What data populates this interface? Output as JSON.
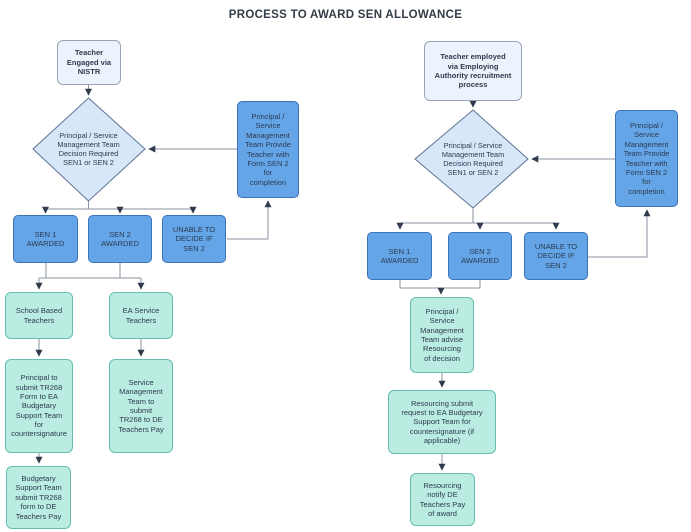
{
  "title": "PROCESS TO AWARD SEN ALLOWANCE",
  "colors": {
    "start_fill": "#edf3fd",
    "decision_fill": "#d8e6fa",
    "award_fill": "#64a5e8",
    "process_fill": "#baece2",
    "text": "#2c3b4f",
    "connector": "#8a93a0",
    "arrowhead": "#2f3b4c"
  },
  "left_flow": {
    "start": "Teacher\nEngaged via\nNISTR",
    "decision": "Principal / Service\nManagement Team\nDecision Required\nSEN1 or SEN 2",
    "sen1": "SEN 1\nAWARDED",
    "sen2": "SEN 2\nAWARDED",
    "unable": "UNABLE TO\nDECIDE IF\nSEN 2",
    "provide_form": "Principal /\nService\nManagement\nTeam Provide\nTeacher with\nForm SEN 2\nfor\ncompletion",
    "school_based": "School Based\nTeachers",
    "ea_service": "EA Service\nTeachers",
    "principal_submit": "Principal to\nsubmit TR268\nForm to EA\nBudgetary\nSupport Team\nfor\ncountersignature",
    "smt_submit": "Service\nManagement\nTeam to\nsubmit\nTR268 to DE\nTeachers Pay",
    "budgetary_submit": "Budgetary\nSupport Team\nsubmit TR268\nform to DE\nTeachers Pay"
  },
  "right_flow": {
    "start": "Teacher employed\nvia Employing\nAuthority recruitment\nprocess",
    "decision": "Principal / Service\nManagement Team\nDecision Required\nSEN1 or SEN 2",
    "sen1": "SEN 1\nAWARDED",
    "sen2": "SEN 2\nAWARDED",
    "unable": "UNABLE TO\nDECIDE IF\nSEN 2",
    "provide_form": "Principal /\nService\nManagement\nTeam Provide\nTeacher with\nForm SEN 2\nfor\ncompletion",
    "advise_resourcing": "Principal /\nService\nManagement\nTeam advise\nResourcing\nof decision",
    "resourcing_submit": "Resourcing submit\nrequest to EA Budgetary\nSupport Team for\ncountersignature (if\napplicable)",
    "resourcing_notify": "Resourcing\nnotify DE\nTeachers Pay\nof award"
  }
}
